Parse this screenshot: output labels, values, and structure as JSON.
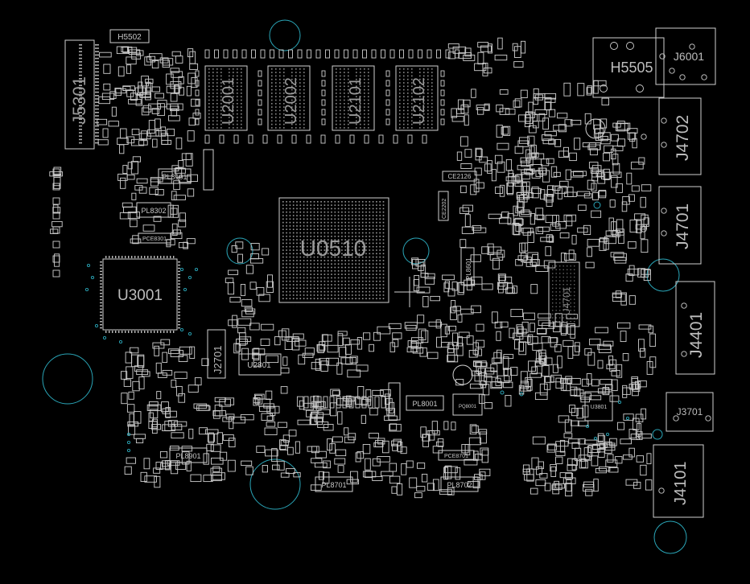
{
  "board": {
    "background": "#000000",
    "silkscreen_color": "#d0d0d0",
    "via_color": "#2aa6b8"
  },
  "refs": {
    "u0510": "U0510",
    "u3001": "U3001",
    "u2001": "U2001",
    "u2002": "U2002",
    "u2101": "U2101",
    "u2102": "U2102",
    "u4701": "U4701",
    "u2801": "U2801",
    "j5301": "J5301",
    "j4702": "J4702",
    "j4701": "J4701",
    "j4401": "J4401",
    "j4101": "J4101",
    "j2701": "J2701",
    "j6001": "J6001",
    "j3701": "J3701",
    "h5502": "H5502",
    "h5505": "H5505",
    "pl8101": "PL8101",
    "pl8302": "PL8302",
    "pl8901": "PL8901",
    "pl8701": "PL8701",
    "pl8702": "PL8702",
    "pl8001": "PL8001",
    "pl8601": "PL8601",
    "pce8301": "PCE8301",
    "pce8701": "PCE8701",
    "ce2126": "CE2126",
    "ce2202": "CE2202",
    "pq8001": "PQ8001",
    "u3801": "U3801"
  }
}
